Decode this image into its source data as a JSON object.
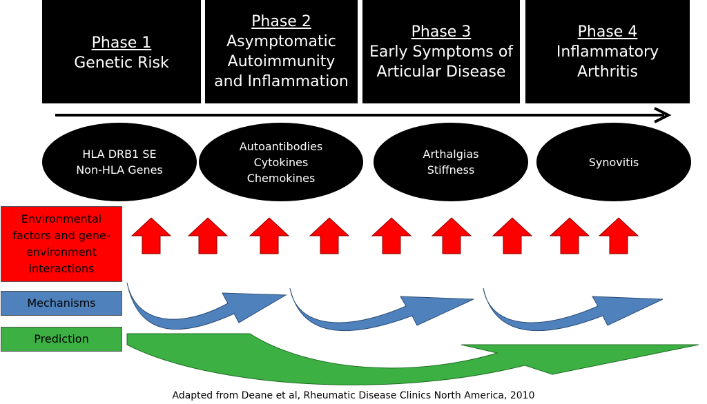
{
  "phases": [
    {
      "title": "Phase 1",
      "lines": [
        "Genetic Risk"
      ]
    },
    {
      "title": "Phase 2",
      "lines": [
        "Asymptomatic",
        "Autoimmunity",
        "and Inflammation"
      ]
    },
    {
      "title": "Phase 3",
      "lines": [
        "Early Symptoms of",
        "Articular Disease"
      ]
    },
    {
      "title": "Phase 4",
      "lines": [
        "Inflammatory",
        "Arthritis"
      ]
    }
  ],
  "ovals": [
    {
      "lines": [
        "HLA DRB1 SE",
        "Non-HLA Genes"
      ]
    },
    {
      "lines": [
        "Autoantibodies",
        "Cytokines",
        "Chemokines"
      ]
    },
    {
      "lines": [
        "Arthalgias",
        "Stiffness"
      ]
    },
    {
      "lines": [
        "Synovitis"
      ]
    }
  ],
  "labels": {
    "environmental": [
      "Environmental",
      "factors and gene-",
      "environment",
      "interactions"
    ],
    "mechanisms": "Mechanisms",
    "prediction": "Prediction"
  },
  "credit": "Adapted from Deane et al, Rheumatic Disease Clinics North America, 2010",
  "colors": {
    "phase_bg": "#000000",
    "environmental": "#ff0000",
    "mechanisms": "#4f81bd",
    "prediction": "#3cb043",
    "up_arrow": "#ff0000"
  }
}
